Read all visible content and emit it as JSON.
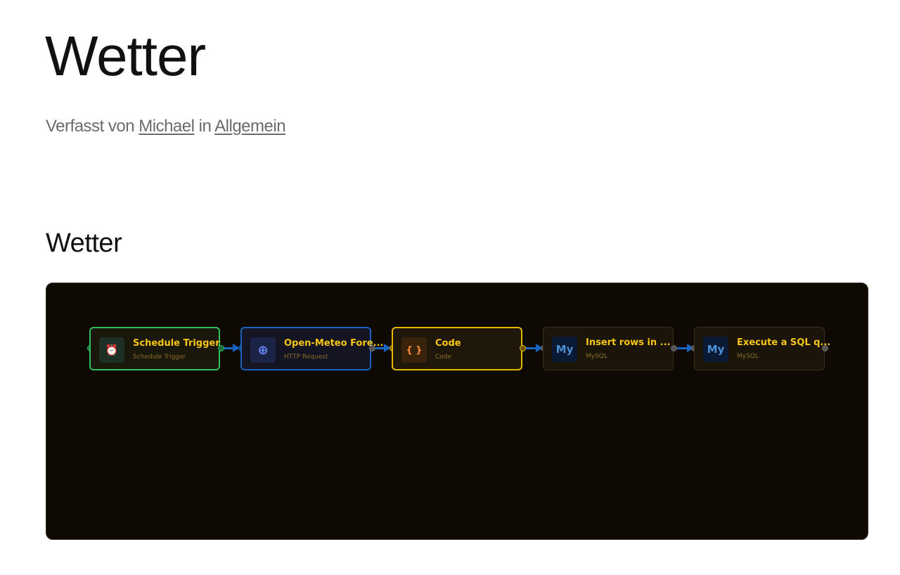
{
  "post": {
    "title": "Wetter",
    "byline_prefix": "Verfasst von",
    "author": "Michael",
    "byline_in": "in",
    "category": "Allgemein"
  },
  "section": {
    "heading": "Wetter"
  },
  "workflow": {
    "nodes": [
      {
        "title": "Schedule Trigger",
        "subtitle": "Schedule Trigger",
        "icon": "alarm-clock-icon",
        "state": "success"
      },
      {
        "title": "Open-Meteo Fore...",
        "subtitle": "HTTP Request",
        "icon": "globe-icon",
        "state": "selected"
      },
      {
        "title": "Code",
        "subtitle": "Code",
        "icon": "code-braces-icon",
        "state": "highlighted"
      },
      {
        "title": "Insert rows in ...",
        "subtitle": "MySQL",
        "icon": "mysql-icon",
        "state": "inactive"
      },
      {
        "title": "Execute a SQL q...",
        "subtitle": "MySQL",
        "icon": "mysql-icon",
        "state": "inactive"
      }
    ],
    "icon_glyphs": {
      "clock": "⏰",
      "globe": "⊕",
      "code": "{ }",
      "mysql": "My"
    },
    "colors": {
      "canvas_bg": "#0e0a03",
      "success": "#2fbf5f",
      "selected": "#1a64c0",
      "highlighted": "#e6b800",
      "title_text": "#f5c518"
    }
  }
}
